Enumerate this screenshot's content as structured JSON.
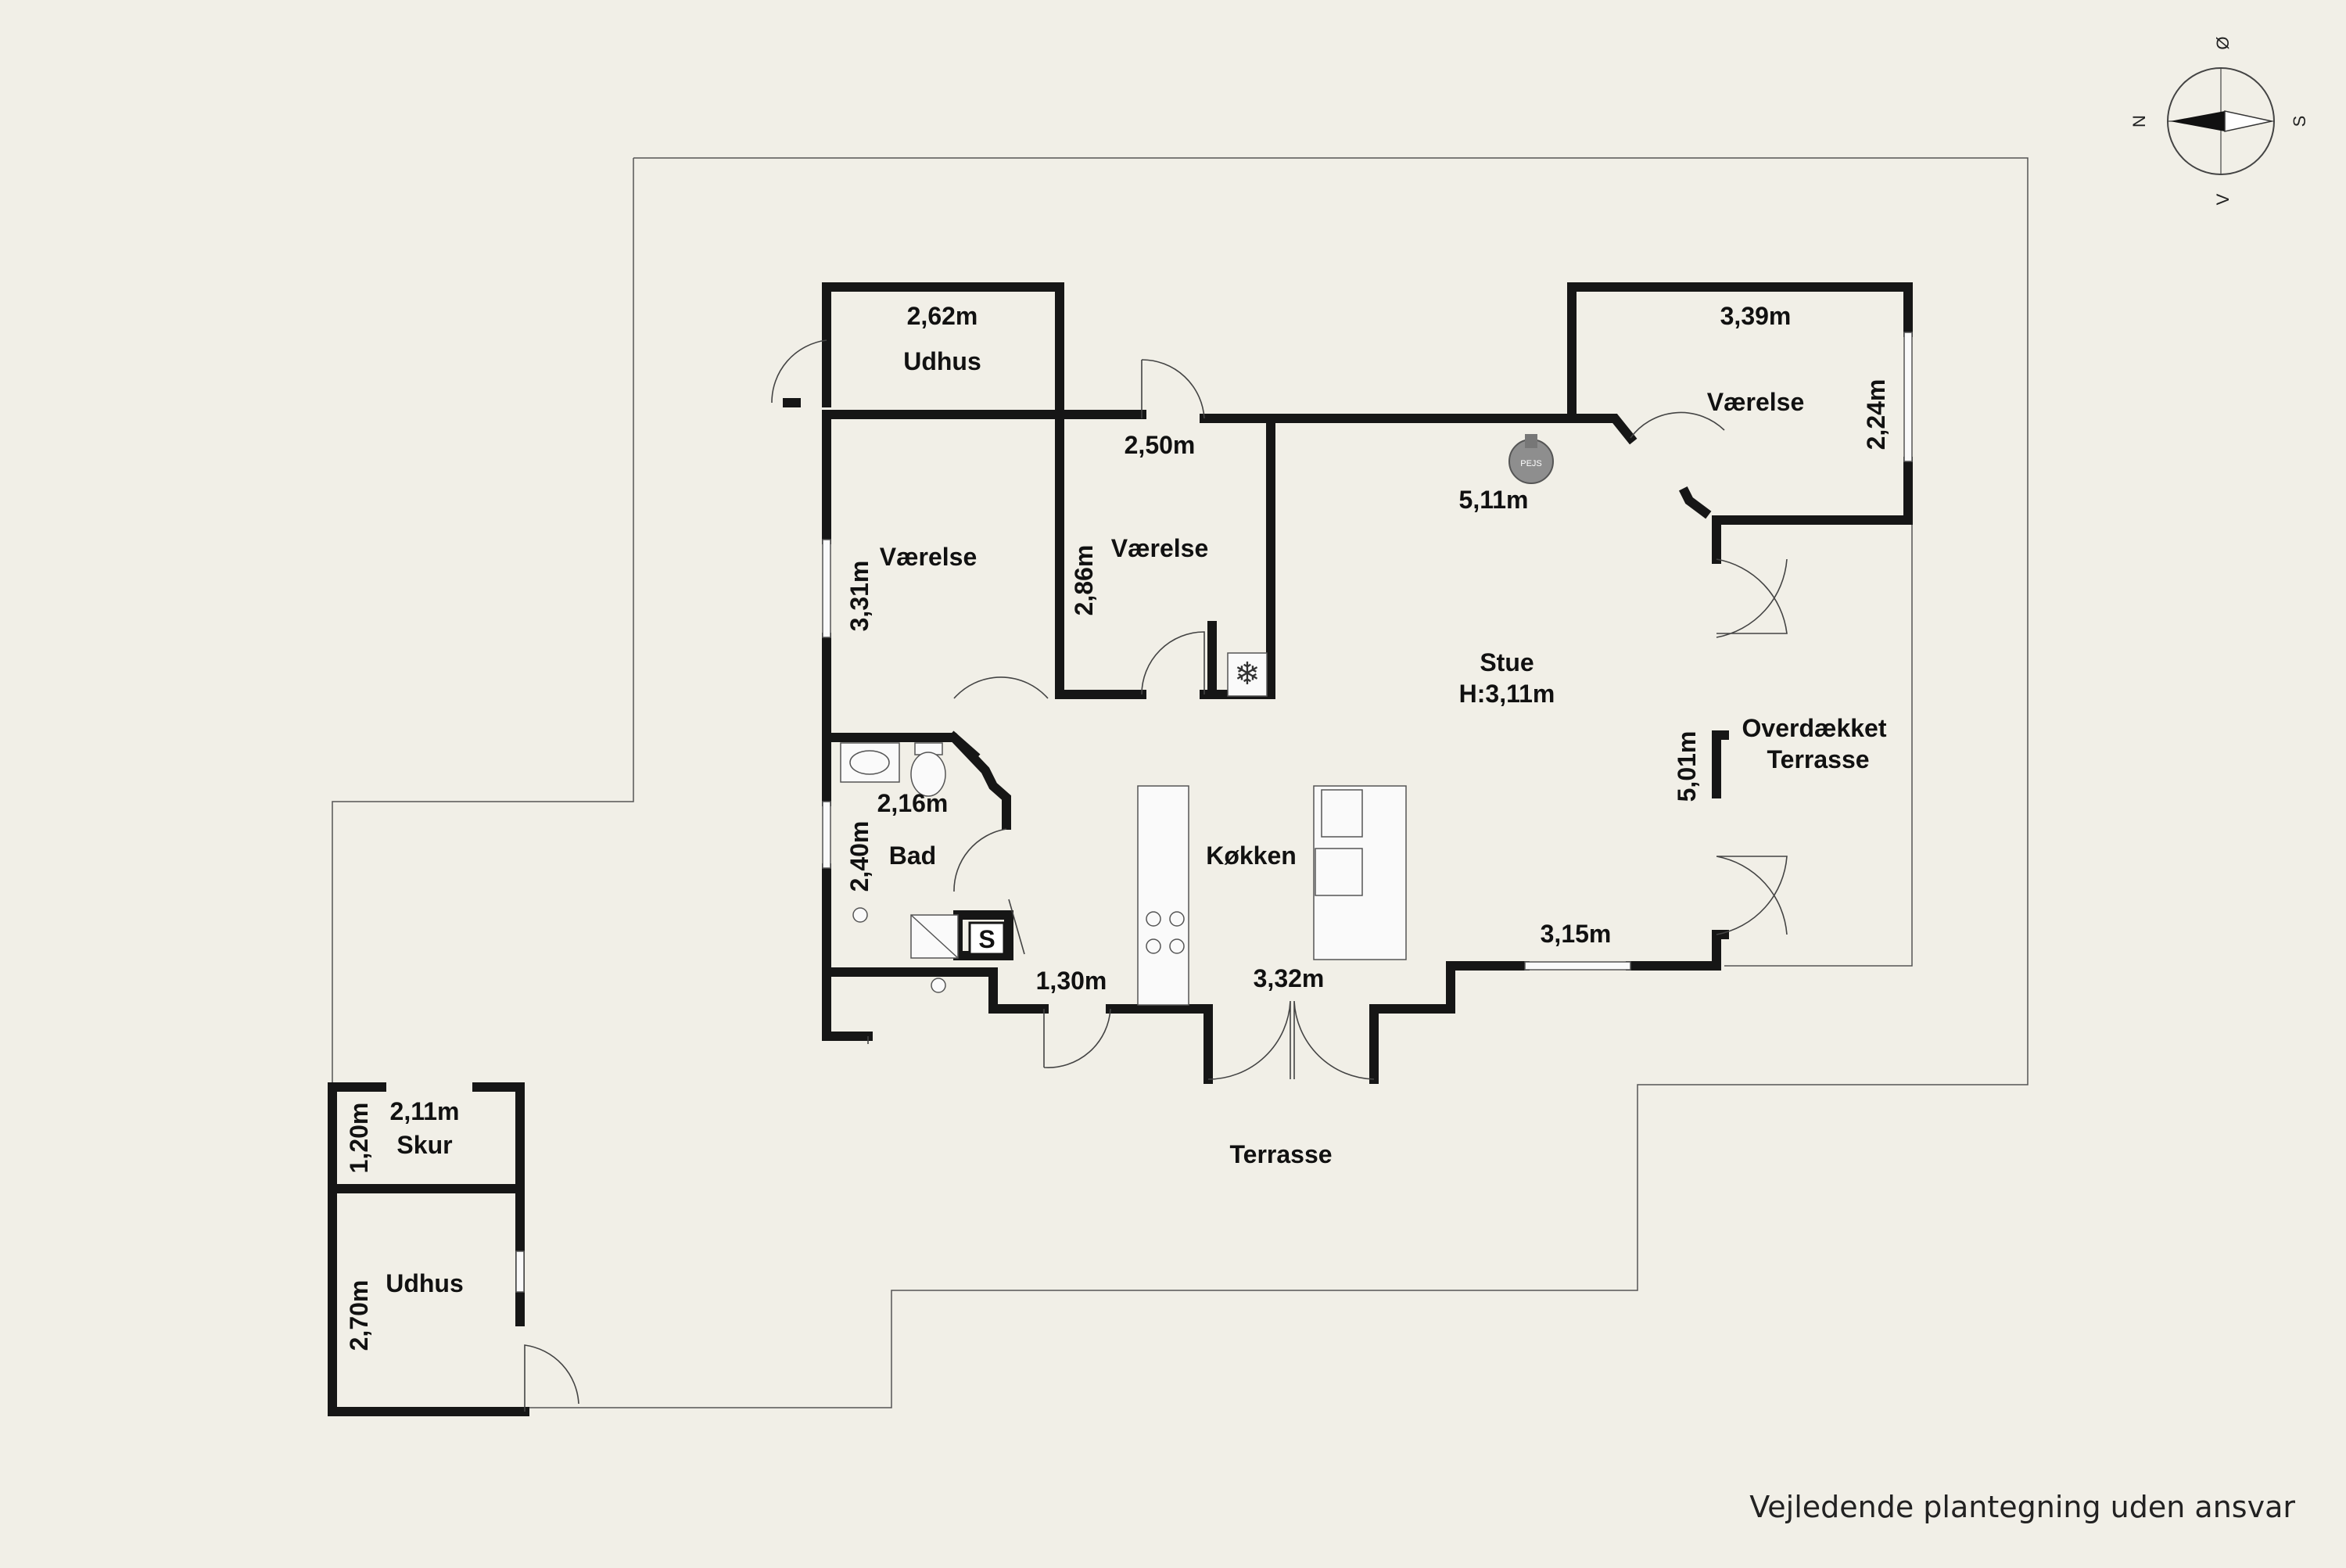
{
  "rooms": {
    "udhus_top": {
      "name": "Udhus",
      "dim": "2,62m"
    },
    "vaerelse_left": {
      "name": "Værelse",
      "dim": "3,31m"
    },
    "vaerelse_mid": {
      "name": "Værelse",
      "dim1": "2,50m",
      "dim2": "2,86m"
    },
    "vaerelse_right": {
      "name": "Værelse",
      "dim1": "3,39m",
      "dim2": "2,24m"
    },
    "stue": {
      "name": "Stue",
      "height": "H:3,11m",
      "dim1": "5,11m",
      "dim2": "5,01m",
      "dim3": "3,15m"
    },
    "overdaekket": {
      "line1": "Overdækket",
      "line2": "Terrasse"
    },
    "bad": {
      "name": "Bad",
      "dim1": "2,16m",
      "dim2": "2,40m"
    },
    "koekken": {
      "name": "Køkken",
      "dim": "3,32m"
    },
    "entre": {
      "dim": "1,30m"
    },
    "skur": {
      "name": "Skur",
      "dim1": "2,11m",
      "dim2": "1,20m"
    },
    "udhus_bottom": {
      "name": "Udhus",
      "dim": "2,70m"
    },
    "terrasse": {
      "name": "Terrasse"
    }
  },
  "symbols": {
    "fireplace": "PEJS",
    "s_box": "S"
  },
  "compass": {
    "n": "N",
    "o": "Ø",
    "s": "S",
    "v": "V"
  },
  "caption": "Vejledende plantegning uden ansvar"
}
